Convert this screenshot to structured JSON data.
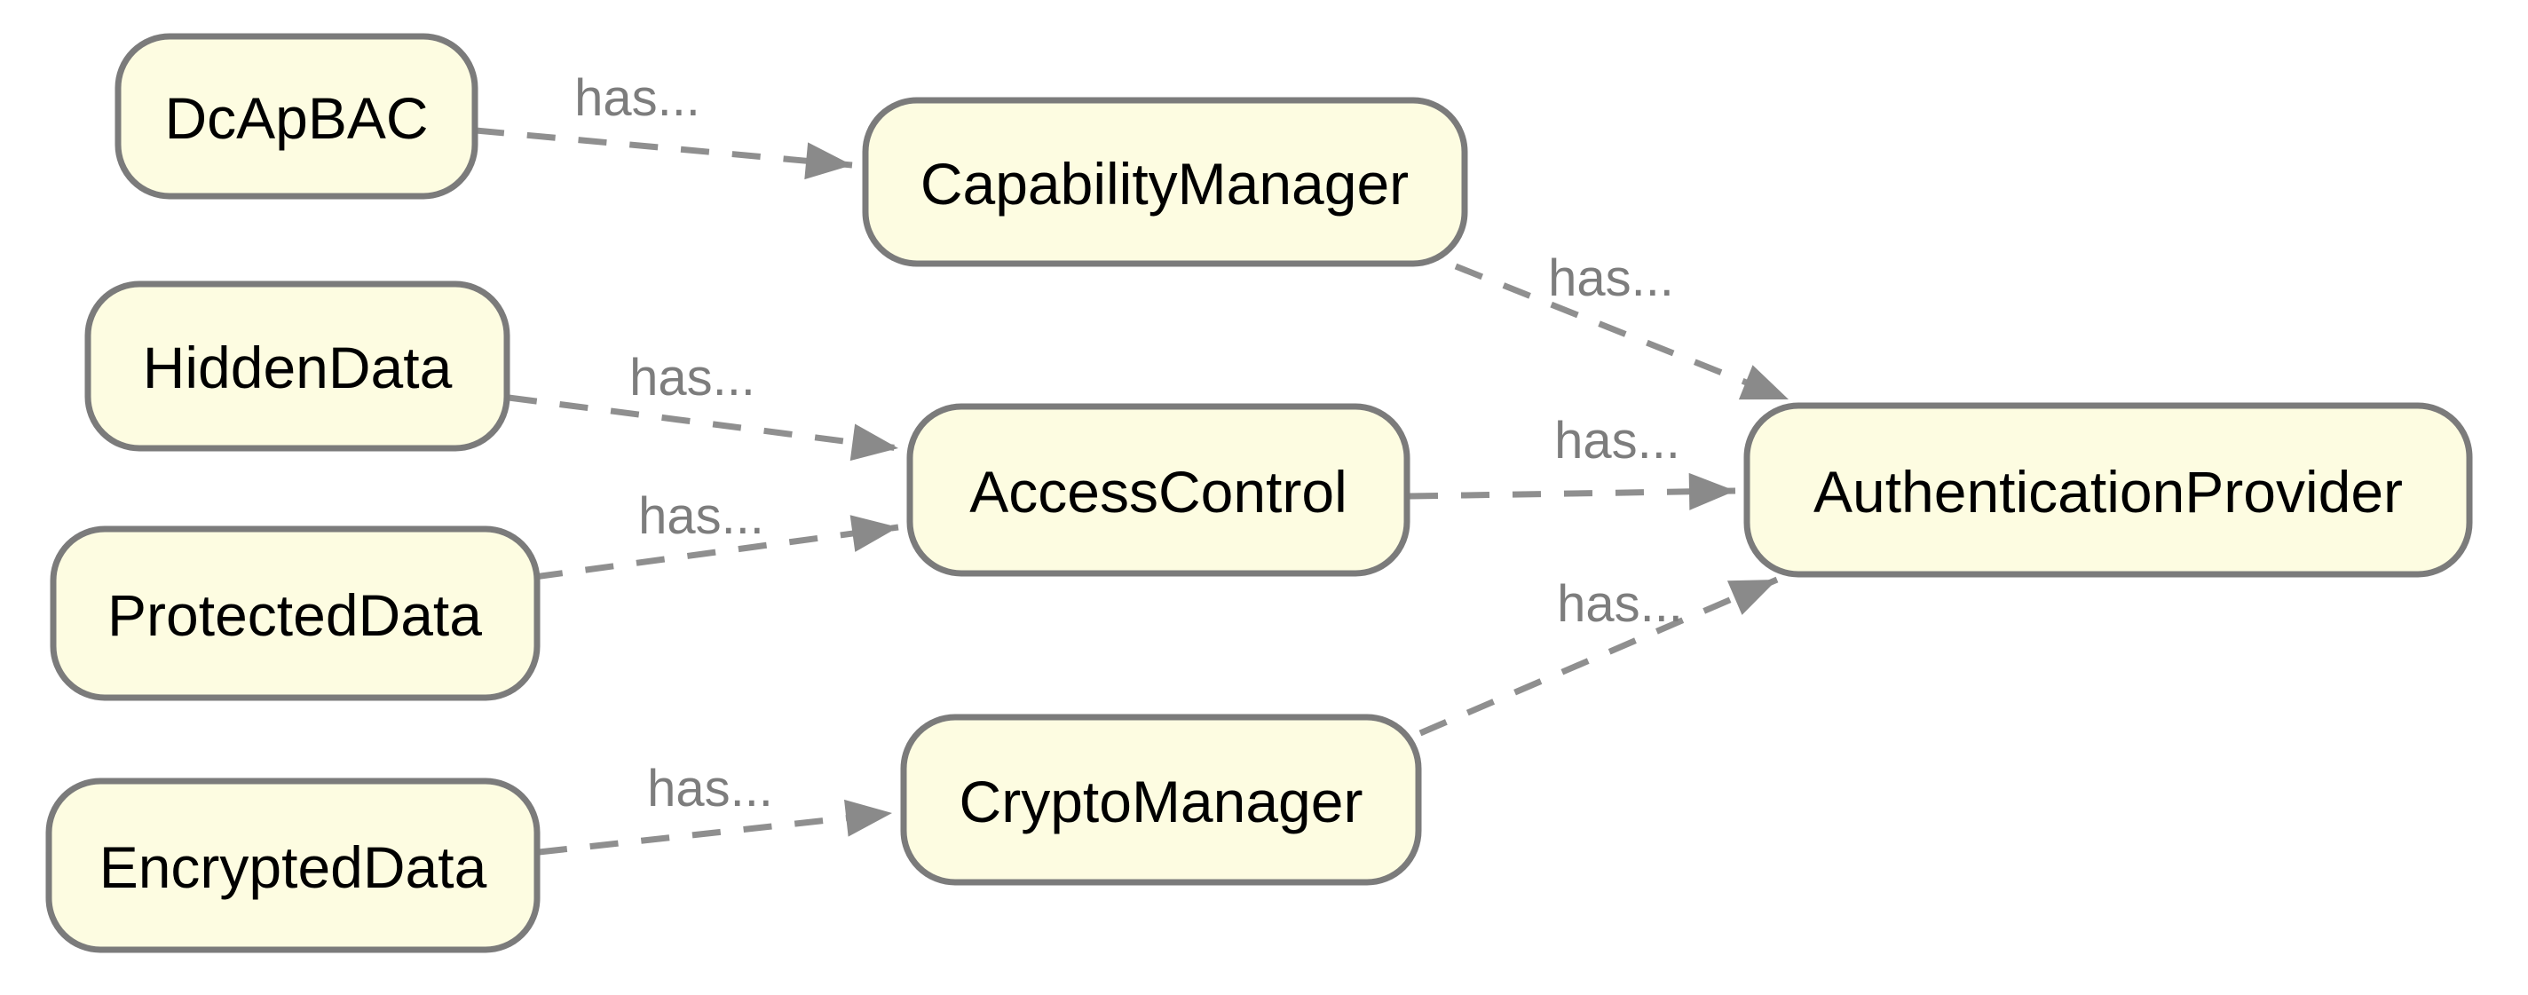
{
  "diagram": {
    "type": "ontology-relation-diagram",
    "colors": {
      "background": "#ffffff",
      "node_fill": "#fdfce1",
      "node_border": "#7b7b7b",
      "node_text": "#000000",
      "edge_line": "#8f8f8f",
      "edge_label": "#7d7d7d",
      "arrowhead": "#8a8a8a"
    },
    "nodes": [
      {
        "id": "DcApBAC",
        "label": "DcApBAC"
      },
      {
        "id": "CapabilityManager",
        "label": "CapabilityManager"
      },
      {
        "id": "HiddenData",
        "label": "HiddenData"
      },
      {
        "id": "AccessControl",
        "label": "AccessControl"
      },
      {
        "id": "ProtectedData",
        "label": "ProtectedData"
      },
      {
        "id": "CryptoManager",
        "label": "CryptoManager"
      },
      {
        "id": "EncryptedData",
        "label": "EncryptedData"
      },
      {
        "id": "AuthenticationProvider",
        "label": "AuthenticationProvider"
      }
    ],
    "edges": [
      {
        "from": "DcApBAC",
        "to": "CapabilityManager",
        "label": "has..."
      },
      {
        "from": "HiddenData",
        "to": "AccessControl",
        "label": "has..."
      },
      {
        "from": "ProtectedData",
        "to": "AccessControl",
        "label": "has..."
      },
      {
        "from": "EncryptedData",
        "to": "CryptoManager",
        "label": "has..."
      },
      {
        "from": "CapabilityManager",
        "to": "AuthenticationProvider",
        "label": "has..."
      },
      {
        "from": "AccessControl",
        "to": "AuthenticationProvider",
        "label": "has..."
      },
      {
        "from": "CryptoManager",
        "to": "AuthenticationProvider",
        "label": "has..."
      }
    ]
  }
}
